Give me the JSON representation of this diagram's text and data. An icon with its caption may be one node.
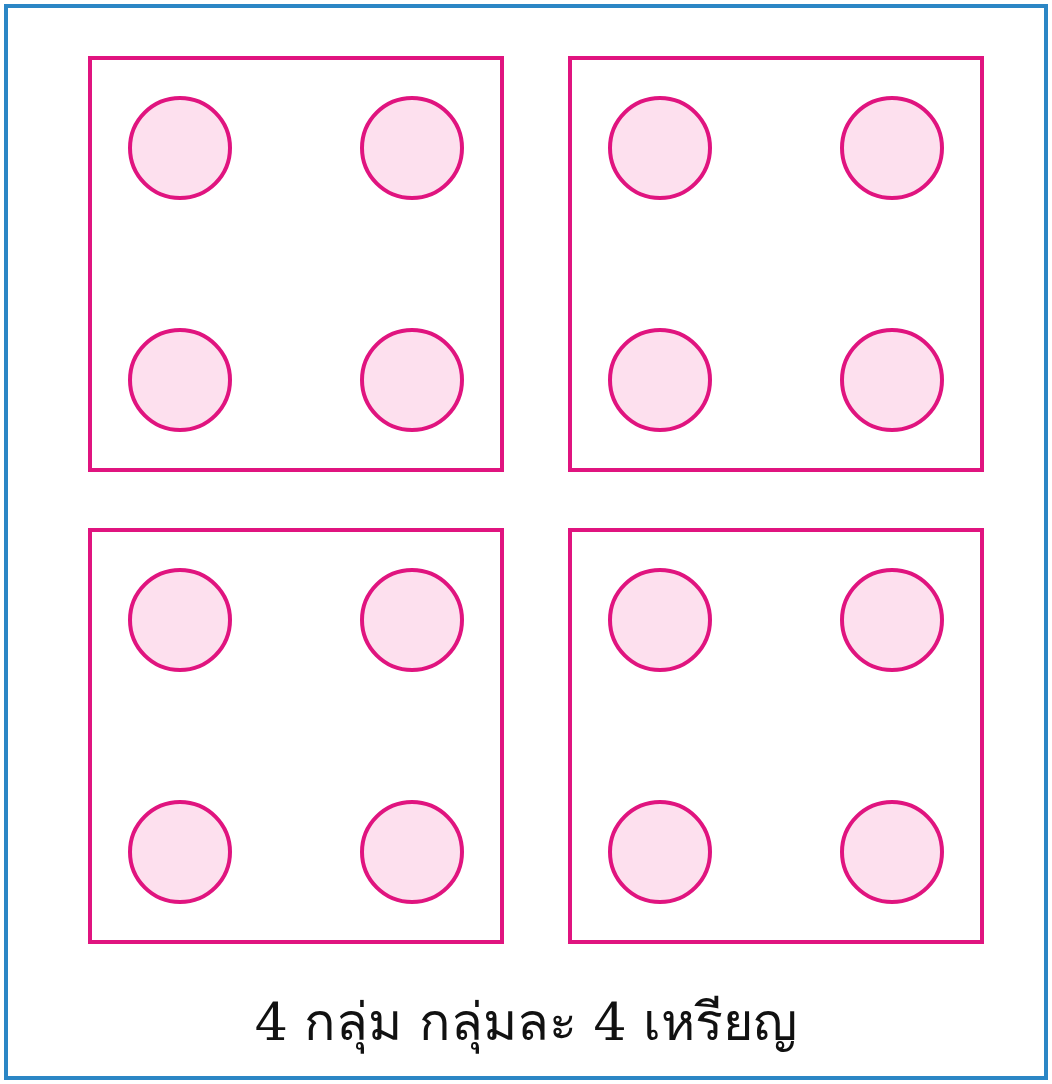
{
  "diagram": {
    "caption": "4 กลุ่ม กลุ่มละ 4 เหรียญ",
    "nodes": [
      {
        "text": [],
        "shape": "box"
      },
      {
        "text": [],
        "shape": "circle",
        "in": 0
      },
      {
        "text": [],
        "shape": "circle",
        "in": 0
      },
      {
        "text": [],
        "shape": "circle",
        "in": 0
      },
      {
        "text": [],
        "shape": "circle",
        "in": 0
      },
      {
        "text": [],
        "shape": "box"
      },
      {
        "text": [],
        "shape": "circle",
        "in": 5
      },
      {
        "text": [],
        "shape": "circle",
        "in": 5
      },
      {
        "text": [],
        "shape": "circle",
        "in": 5
      },
      {
        "text": [],
        "shape": "circle",
        "in": 5
      },
      {
        "text": [],
        "shape": "box"
      },
      {
        "text": [],
        "shape": "circle",
        "in": 10
      },
      {
        "text": [],
        "shape": "circle",
        "in": 10
      },
      {
        "text": [],
        "shape": "circle",
        "in": 10
      },
      {
        "text": [],
        "shape": "circle",
        "in": 10
      },
      {
        "text": [],
        "shape": "box"
      },
      {
        "text": [],
        "shape": "circle",
        "in": 15
      },
      {
        "text": [],
        "shape": "circle",
        "in": 15
      },
      {
        "text": [],
        "shape": "circle",
        "in": 15
      },
      {
        "text": [],
        "shape": "circle",
        "in": 15
      }
    ]
  }
}
